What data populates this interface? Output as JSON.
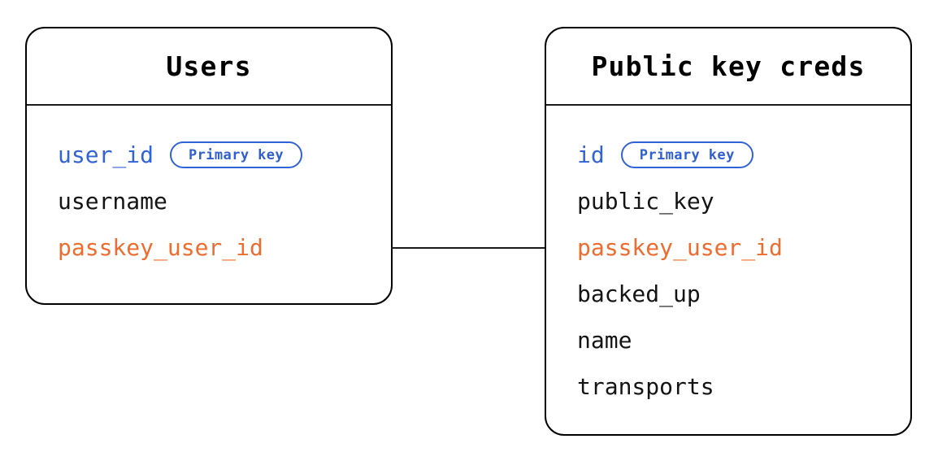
{
  "diagram": {
    "type": "entity-relationship-diagram",
    "background_color": "#ffffff",
    "colors": {
      "border": "#000000",
      "text": "#141414",
      "primary_key": "#3063d5",
      "foreign_key": "#ee6c2e",
      "badge_border": "#3063d5",
      "connector": "#1a1a1a"
    },
    "entities": [
      {
        "id": "users",
        "title": "Users",
        "fields": [
          {
            "name": "user_id",
            "role": "primary",
            "badge": "Primary key"
          },
          {
            "name": "username",
            "role": "plain",
            "badge": null
          },
          {
            "name": "passkey_user_id",
            "role": "foreign",
            "badge": null
          }
        ]
      },
      {
        "id": "public-key-creds",
        "title": "Public key creds",
        "fields": [
          {
            "name": "id",
            "role": "primary",
            "badge": "Primary key"
          },
          {
            "name": "public_key",
            "role": "plain",
            "badge": null
          },
          {
            "name": "passkey_user_id",
            "role": "foreign",
            "badge": null
          },
          {
            "name": "backed_up",
            "role": "plain",
            "badge": null
          },
          {
            "name": "name",
            "role": "plain",
            "badge": null
          },
          {
            "name": "transports",
            "role": "plain",
            "badge": null
          }
        ]
      }
    ],
    "relationships": [
      {
        "id": "users-to-public-key-creds",
        "from_entity": "users",
        "from_field": "passkey_user_id",
        "to_entity": "public-key-creds",
        "to_field": "passkey_user_id"
      }
    ]
  }
}
